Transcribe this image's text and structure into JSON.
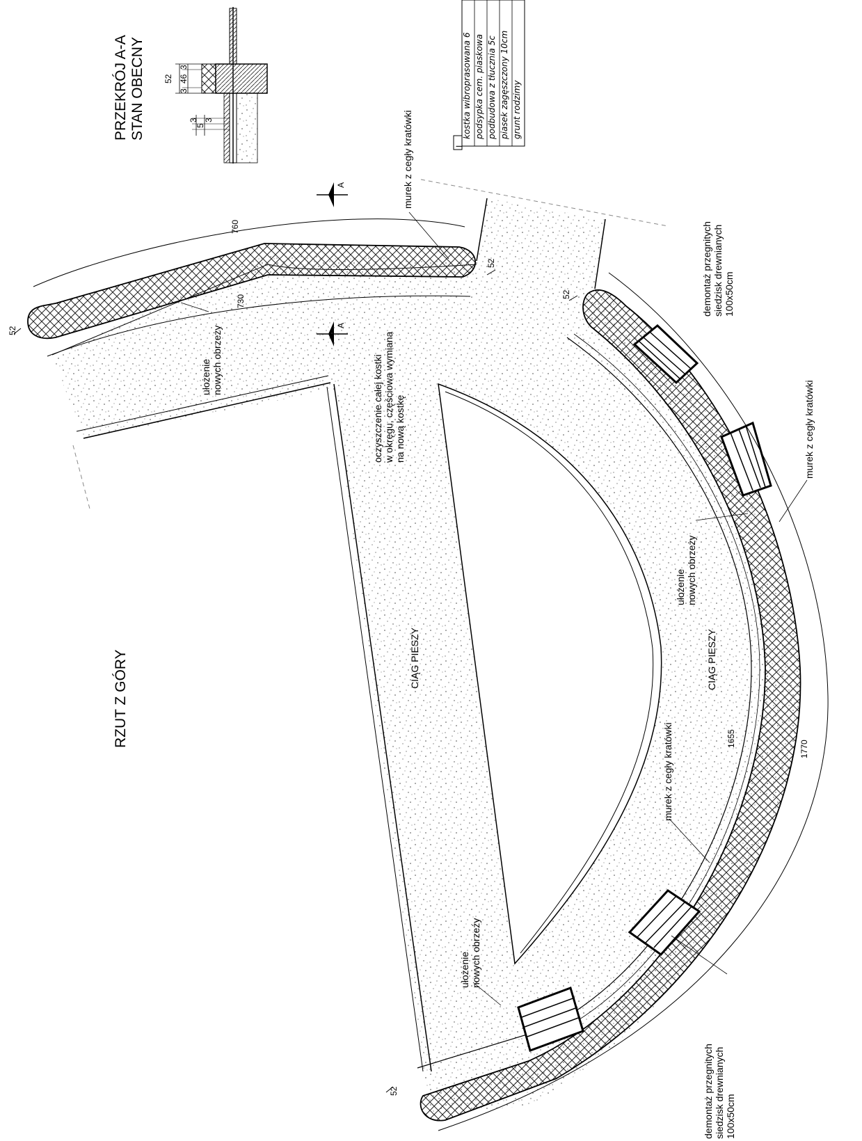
{
  "titles": {
    "section": "PRZEKRÓJ A-A\nSTAN OBECNY",
    "plan": "RZUT Z GÓRY"
  },
  "section_marks": {
    "a1": "A",
    "a2": "A"
  },
  "section_dims": {
    "d52": "52",
    "d3a": "3",
    "d46": "46",
    "d3b": "3",
    "d3c": "3",
    "d5": "5",
    "d3d": "3"
  },
  "legend": {
    "key": "I",
    "rows": [
      "kostka wibroprasowana 6",
      "podsypka cem. piaskowa",
      "podbudowa z tłucznia 5c",
      "piasek zagęszczony 10cm",
      "grunt rodzimy"
    ]
  },
  "plan_labels": {
    "wall1": "murek z cegły kratówki",
    "wall2": "murek z cegły kratówki",
    "wall3": "murek z cegły kratówki",
    "bench1": "demontaż przegnitych\nsiedzisk drewnianych\n100x50cm",
    "bench2": "demontaż przegnitych\nsiedzisk drewnianych\n100x50cm",
    "curb1": "ułożenie\nnowych obrzeży",
    "curb2": "ułożenie\nnowych obrzeży",
    "curb3": "ułożenie\nnowych obrzeży",
    "cleaning": "oczyszczenie całej kostki\nw okręgu, częściowa wymiana\nna nową kostkę",
    "path1": "CIĄG PIESZY",
    "path2": "CIĄG PIESZY"
  },
  "plan_dims": {
    "r760": "760",
    "r730": "730",
    "r1655": "1655",
    "r1770": "1770",
    "w52a": "52",
    "w52b": "52",
    "w52c": "52",
    "w52d": "52"
  }
}
